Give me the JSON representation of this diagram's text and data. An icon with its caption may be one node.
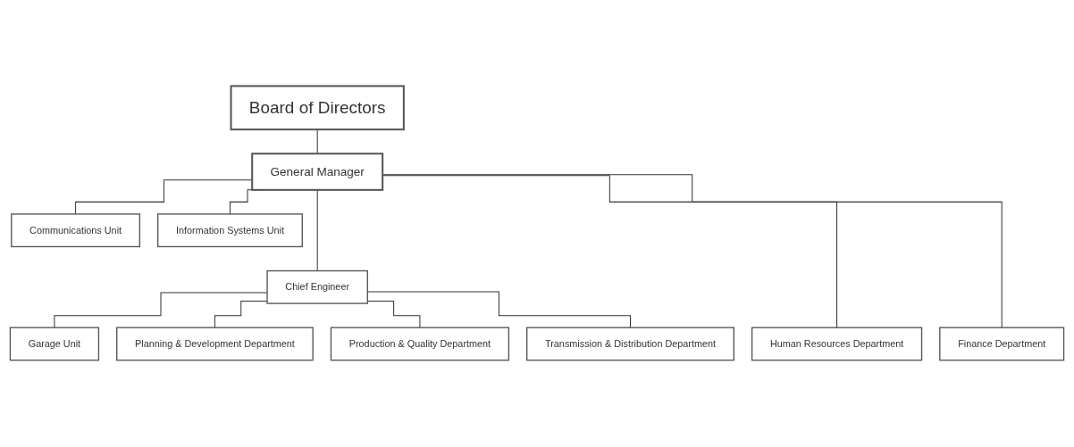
{
  "diagram": {
    "nodes": [
      {
        "text": [
          "Board of Directors"
        ]
      },
      {
        "text": [
          "Communications Unit"
        ]
      },
      {
        "text": [
          "General Manager"
        ]
      },
      {
        "text": [
          "Information Systems Unit"
        ]
      },
      {
        "text": [
          "Chief Engineer"
        ]
      },
      {
        "text": [
          "Garage Unit"
        ]
      },
      {
        "text": [
          "Planning & Development Department"
        ]
      },
      {
        "text": [
          "Production & Quality Department"
        ]
      },
      {
        "text": [
          "Transmission & Distribution Department"
        ]
      },
      {
        "text": [
          "Human Resources Department"
        ]
      },
      {
        "text": [
          "Finance Department"
        ]
      }
    ],
    "edges": [
      {
        "from": 0,
        "to": 2,
        "arrow": "none"
      },
      {
        "from": 2,
        "to": 1,
        "arrow": "none"
      },
      {
        "from": 2,
        "to": 3,
        "arrow": "none"
      },
      {
        "from": 2,
        "to": 4,
        "arrow": "none"
      },
      {
        "from": 2,
        "to": 9,
        "arrow": "none"
      },
      {
        "from": 2,
        "to": 10,
        "arrow": "none"
      },
      {
        "from": 4,
        "to": 5,
        "arrow": "none"
      },
      {
        "from": 4,
        "to": 6,
        "arrow": "none"
      },
      {
        "from": 4,
        "to": 7,
        "arrow": "none"
      },
      {
        "from": 4,
        "to": 8,
        "arrow": "none"
      }
    ]
  }
}
